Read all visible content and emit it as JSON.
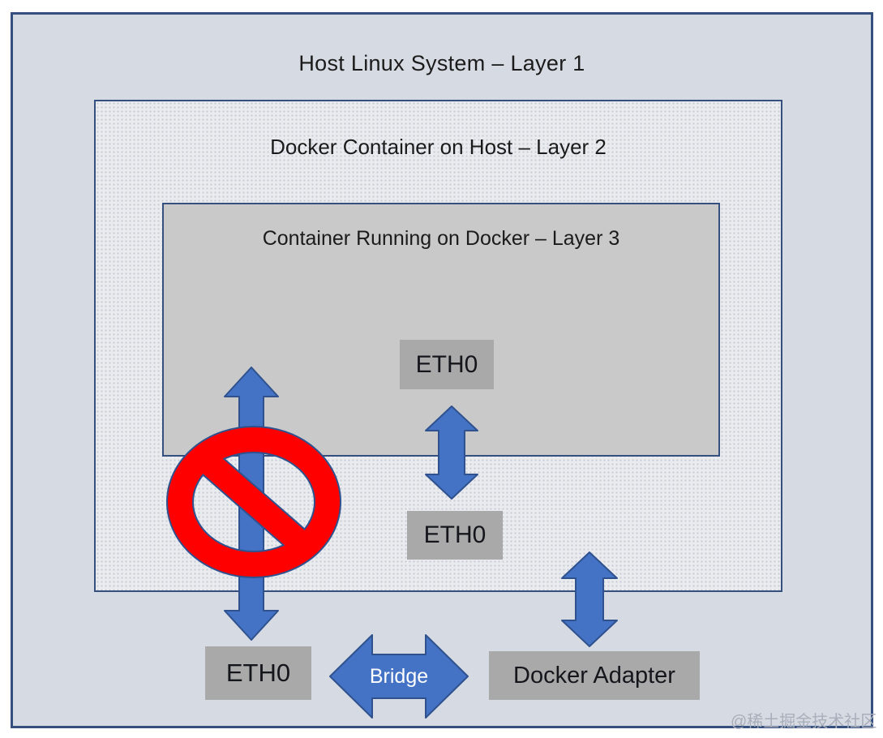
{
  "layers": {
    "layer1": {
      "title": "Host Linux System – Layer 1"
    },
    "layer2": {
      "title": "Docker Container on Host – Layer 2"
    },
    "layer3": {
      "title": "Container Running on Docker – Layer 3"
    }
  },
  "nodes": {
    "eth0_container": {
      "label": "ETH0"
    },
    "eth0_docker": {
      "label": "ETH0"
    },
    "eth0_host": {
      "label": "ETH0"
    },
    "docker_adapter": {
      "label": "Docker Adapter"
    }
  },
  "connectors": {
    "bridge_label": "Bridge",
    "arrows": [
      "double-arrow between container ETH0 (layer 3) and docker ETH0 (layer 2)",
      "double-arrow between layer 3 and host ETH0 (blocked)",
      "double-arrow between layer 2 and Docker Adapter",
      "horizontal bridge double-arrow between host ETH0 and Docker Adapter"
    ],
    "blocked_icon": "no-entry-icon"
  },
  "colors": {
    "layer1_bg": "#d6dae2",
    "layer2_bg": "#e9ebef",
    "layer3_bg": "#c9c9c9",
    "node_bg": "#a9a9a9",
    "border_navy": "#35507e",
    "arrow_blue": "#4472c4",
    "arrow_outline": "#2f528f",
    "prohibition_red": "#fe0000",
    "bridge_text": "#ffffff",
    "watermark_text": "#a9aeba"
  },
  "watermark": "@稀土掘金技术社区"
}
